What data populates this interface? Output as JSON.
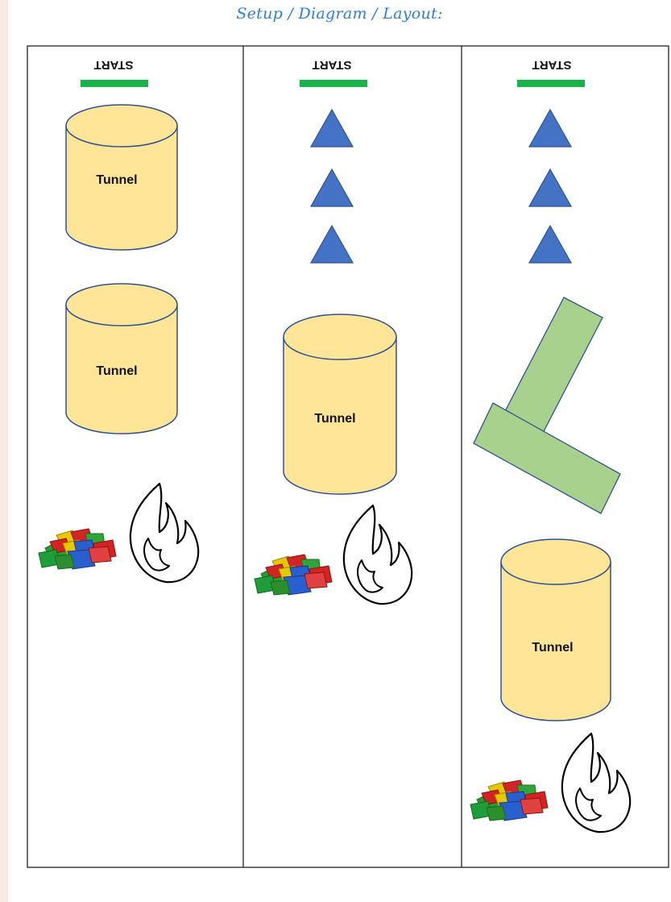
{
  "heading": "Setup / Diagram / Layout:",
  "lanes": [
    {
      "start_label": "START",
      "tunnels": [
        "Tunnel",
        "Tunnel"
      ]
    },
    {
      "start_label": "START",
      "tunnels": [
        "Tunnel"
      ]
    },
    {
      "start_label": "START",
      "tunnels": [
        "Tunnel"
      ]
    }
  ],
  "colors": {
    "heading": "#2e7fd3",
    "start_bar": "#19b34a",
    "cone": "#4472c4",
    "tunnel_fill": "#ffe597",
    "tunnel_stroke": "#2f528f",
    "board_fill": "#a9d18e",
    "board_stroke": "#2f528f"
  },
  "icons": [
    "beanbag-pile-icon",
    "fire-icon"
  ]
}
